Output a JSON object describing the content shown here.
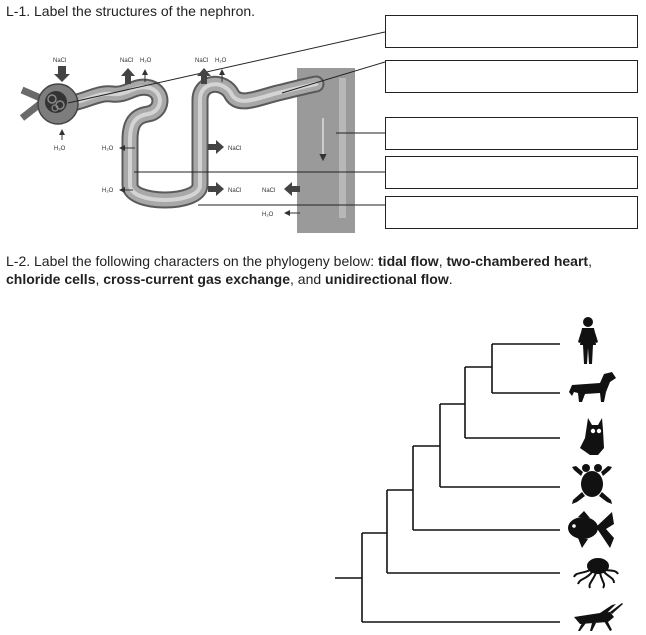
{
  "q1": {
    "text": "L-1. Label the structures of the nephron."
  },
  "q2": {
    "prefix": "L-2. Label the following characters on the phylogeny below: ",
    "t1": "tidal flow",
    "sep1": ", ",
    "t2": "two-chambered heart",
    "sep2": ", ",
    "t3": "chloride cells",
    "sep3": ", ",
    "t4": "cross-current gas exchange",
    "sep4": ", and ",
    "t5": "unidirectional flow",
    "suffix": "."
  },
  "nephron_labels": {
    "nacl": "NaCl",
    "h2o_top": "H₂O",
    "h2o": "H₂O"
  },
  "phylogeny": {
    "taxa_icons": [
      "human-icon",
      "dog-icon",
      "owl-icon",
      "frog-icon",
      "goldfish-icon",
      "octopus-icon",
      "grasshopper-icon"
    ]
  }
}
